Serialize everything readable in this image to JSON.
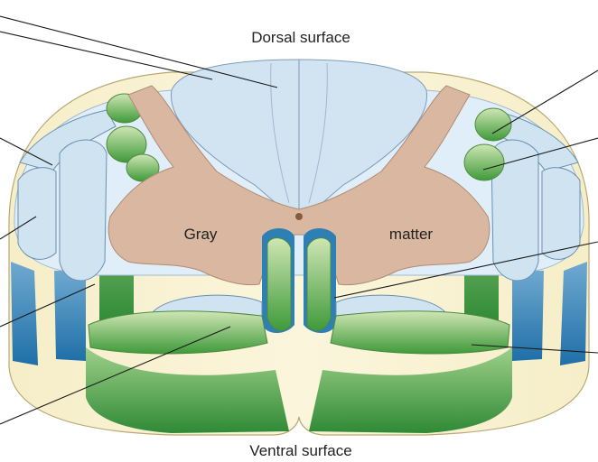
{
  "labels": {
    "dorsal": "Dorsal surface",
    "ventral": "Ventral surface",
    "gray": "Gray",
    "matter": "matter"
  },
  "colors": {
    "white_matter_light": "#cfe3f1",
    "white_matter_dark": "#2d7fb4",
    "green_tract": "#3f9a3a",
    "green_light": "#cfe6b4",
    "gray_matter": "#d9b7a0",
    "outer_rim": "#f3e7b0"
  }
}
